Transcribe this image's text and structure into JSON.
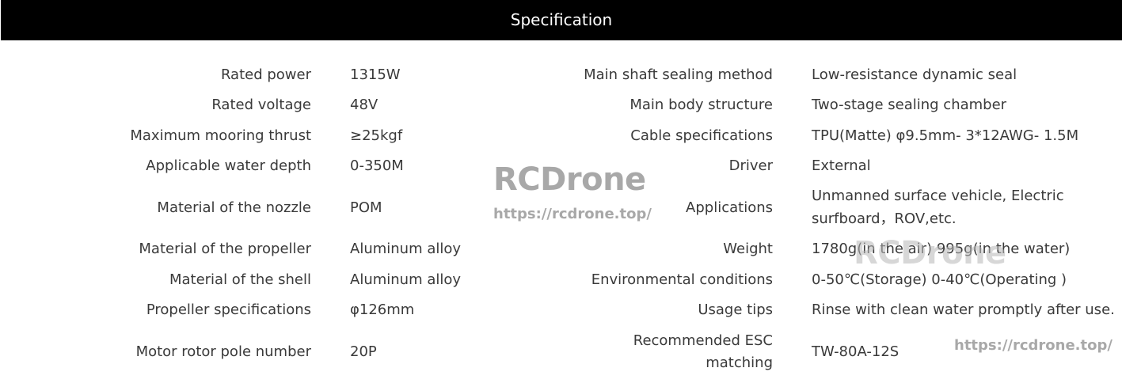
{
  "header": {
    "title": "Specification"
  },
  "specs_left": [
    {
      "label": "Rated power",
      "value": "1315W"
    },
    {
      "label": "Rated voltage",
      "value": "48V"
    },
    {
      "label": "Maximum mooring thrust",
      "value": "≥25kgf"
    },
    {
      "label": "Applicable water depth",
      "value": "0-350M"
    },
    {
      "label": "Material of the nozzle",
      "value": "POM"
    },
    {
      "label": "Material of the propeller",
      "value": "Aluminum alloy"
    },
    {
      "label": "Material of the shell",
      "value": "Aluminum alloy"
    },
    {
      "label": "Propeller specifications",
      "value": "φ126mm"
    },
    {
      "label": "Motor rotor pole number",
      "value": "20P"
    }
  ],
  "specs_right": [
    {
      "label": "Main shaft sealing method",
      "value": "Low-resistance dynamic seal"
    },
    {
      "label": "Main body structure",
      "value": "Two-stage sealing chamber"
    },
    {
      "label": "Cable specifications",
      "value": "TPU(Matte) φ9.5mm- 3*12AWG- 1.5M"
    },
    {
      "label": "Driver",
      "value": "External"
    },
    {
      "label": "Applications",
      "value_line1": "Unmanned surface vehicle, Electric",
      "value_line2": "surfboard，ROV,etc."
    },
    {
      "label": "Weight",
      "value": "1780g(in the air) 995g(in the water)"
    },
    {
      "label": "Environmental conditions",
      "value": "0-50℃(Storage) 0-40℃(Operating )"
    },
    {
      "label": "Usage tips",
      "value": "Rinse with clean water promptly after use."
    },
    {
      "label_line1": "Recommended ESC",
      "label_line2": "matching",
      "value": "TW-80A-12S"
    }
  ],
  "watermark": {
    "logo": "RCDrone",
    "url": "https://rcdrone.top/"
  }
}
